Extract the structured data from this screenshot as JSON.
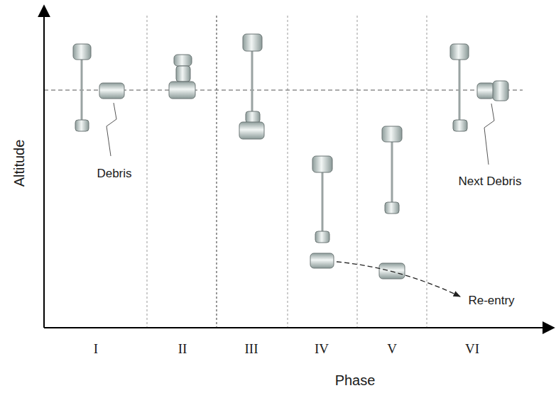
{
  "diagram": {
    "labels": [
      "Debris",
      "Next Debris",
      "Re-entry",
      "Altitude",
      "I",
      "II",
      "III",
      "IV",
      "V",
      "VI",
      "Phase"
    ]
  }
}
